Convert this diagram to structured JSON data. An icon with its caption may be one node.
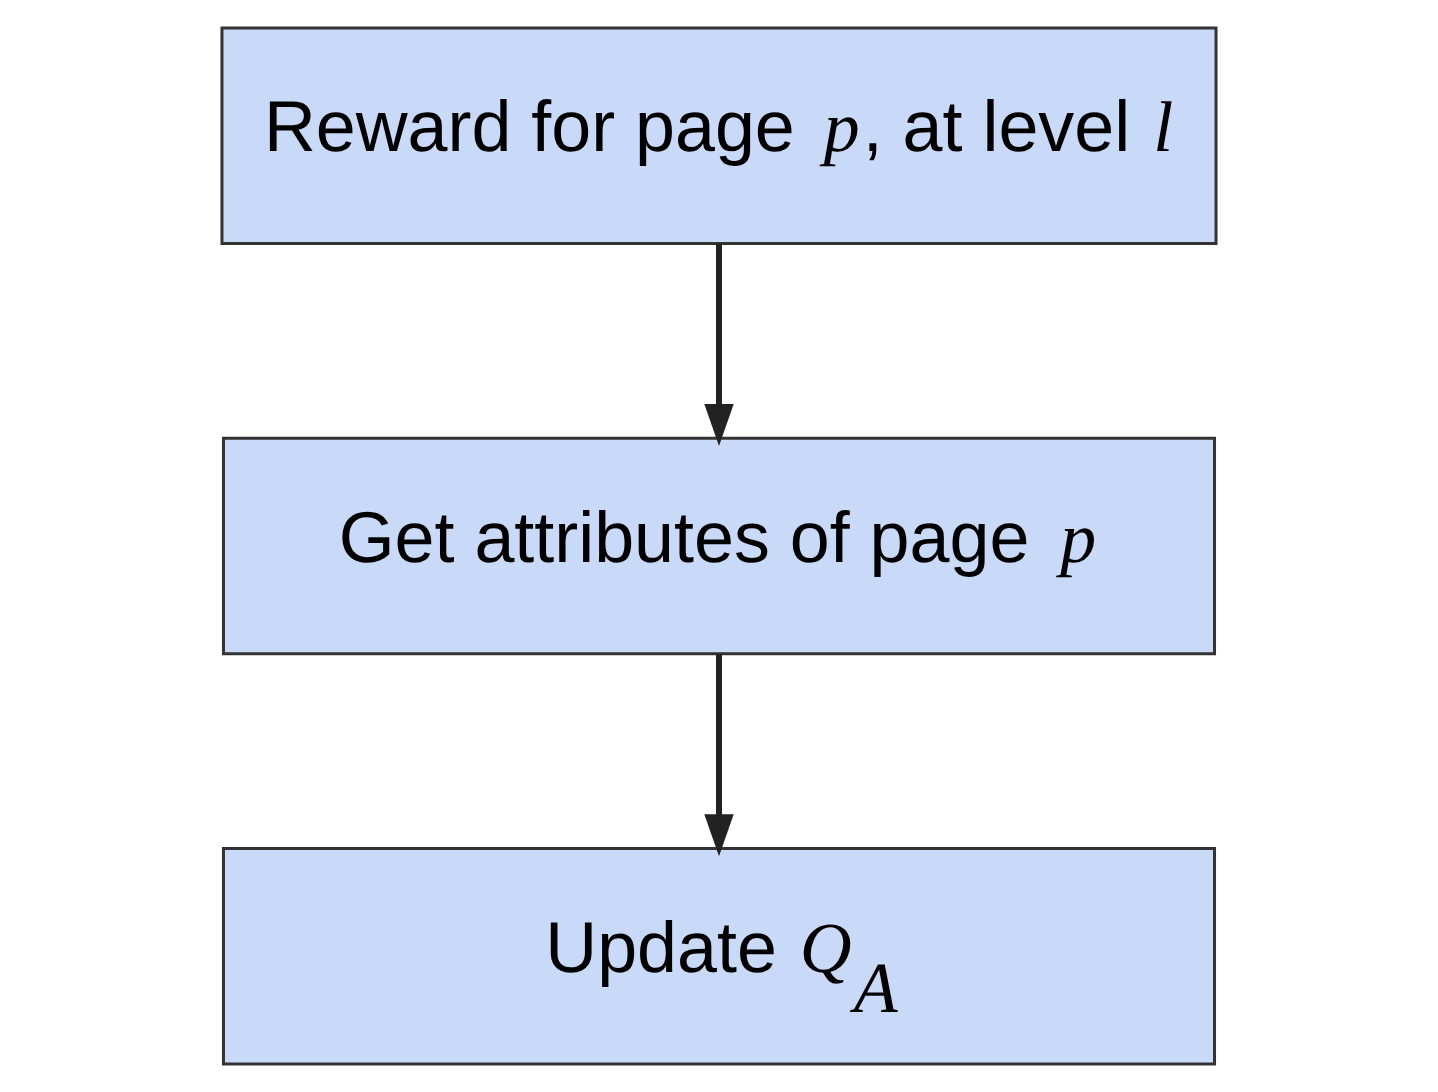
{
  "diagram": {
    "nodes": [
      {
        "text": [
          "Reward for page *p*, at level *l*"
        ]
      },
      {
        "text": [
          "Get attributes of page *p*"
        ]
      },
      {
        "text": [
          "Update *Q*$_{A}$"
        ]
      }
    ],
    "edges": [
      {
        "from": 0,
        "to": 1,
        "arrow": "to"
      },
      {
        "from": 1,
        "to": 2,
        "arrow": "to"
      }
    ]
  }
}
